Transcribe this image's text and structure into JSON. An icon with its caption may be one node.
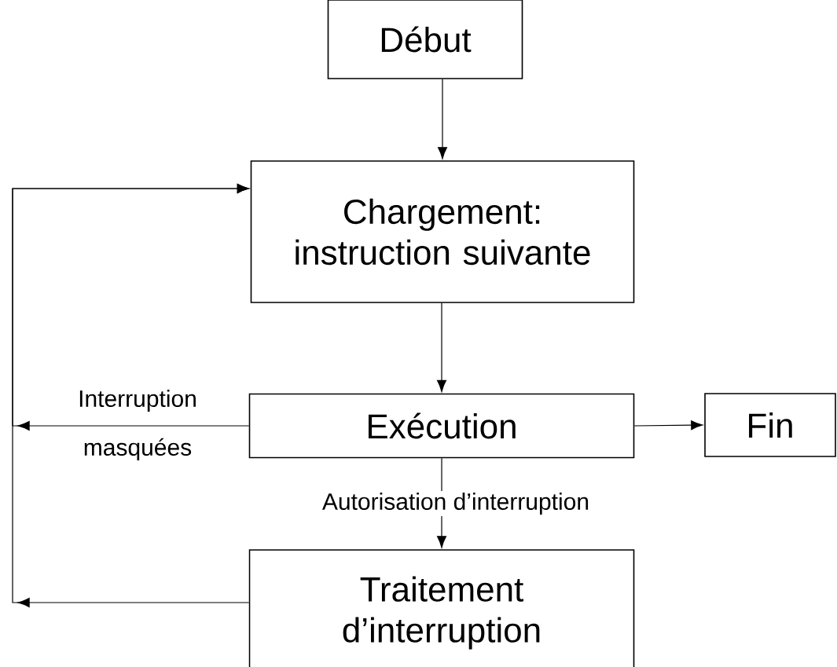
{
  "diagram": {
    "nodes": [
      {
        "text": [
          "Début"
        ]
      },
      {
        "text": [
          "Chargement: instruction suivante"
        ]
      },
      {
        "text": [
          "Exécution"
        ]
      },
      {
        "text": [
          "Fin"
        ]
      },
      {
        "text": [
          "Traitement d’interruption"
        ]
      }
    ],
    "edges": [
      {
        "from": 0,
        "to": 1,
        "arrow": "to"
      },
      {
        "from": 1,
        "to": 2,
        "arrow": "to"
      },
      {
        "from": 2,
        "to": 3,
        "arrow": "to"
      },
      {
        "from": 2,
        "to": 4,
        "arrow": "to",
        "label": "Autorisation d’interruption"
      },
      {
        "from": 2,
        "to": 1,
        "arrow": "to",
        "label": "Interruption masquées"
      },
      {
        "from": 4,
        "to": 1,
        "arrow": "to"
      }
    ]
  }
}
